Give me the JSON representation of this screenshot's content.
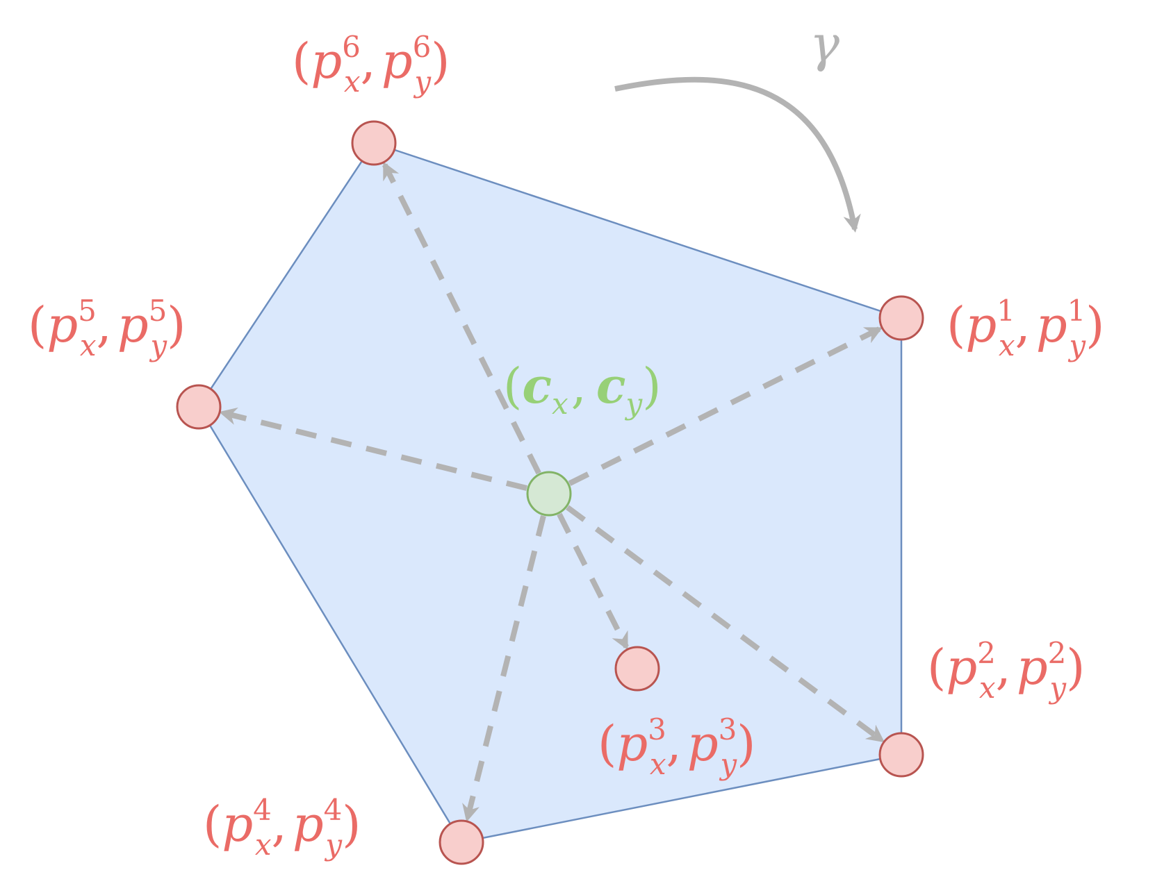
{
  "colors": {
    "polygon_fill": "#dae8fc",
    "polygon_stroke": "#6c8ebf",
    "point_fill": "#f8cecc",
    "point_stroke": "#b85450",
    "point_label": "#ea6b66",
    "center_fill": "#d5e8d4",
    "center_stroke": "#82b366",
    "center_label": "#97d077",
    "arrow": "#b3b3b3"
  },
  "rotation": {
    "symbol": "γ"
  },
  "center": {
    "name": "c",
    "sub_x": "x",
    "sub_y": "y"
  },
  "points": [
    {
      "index": "1",
      "on_hull": true
    },
    {
      "index": "2",
      "on_hull": true
    },
    {
      "index": "3",
      "on_hull": false
    },
    {
      "index": "4",
      "on_hull": true
    },
    {
      "index": "5",
      "on_hull": true
    },
    {
      "index": "6",
      "on_hull": true
    }
  ],
  "label_parts": {
    "base": "p",
    "sub_x": "x",
    "sub_y": "y"
  }
}
